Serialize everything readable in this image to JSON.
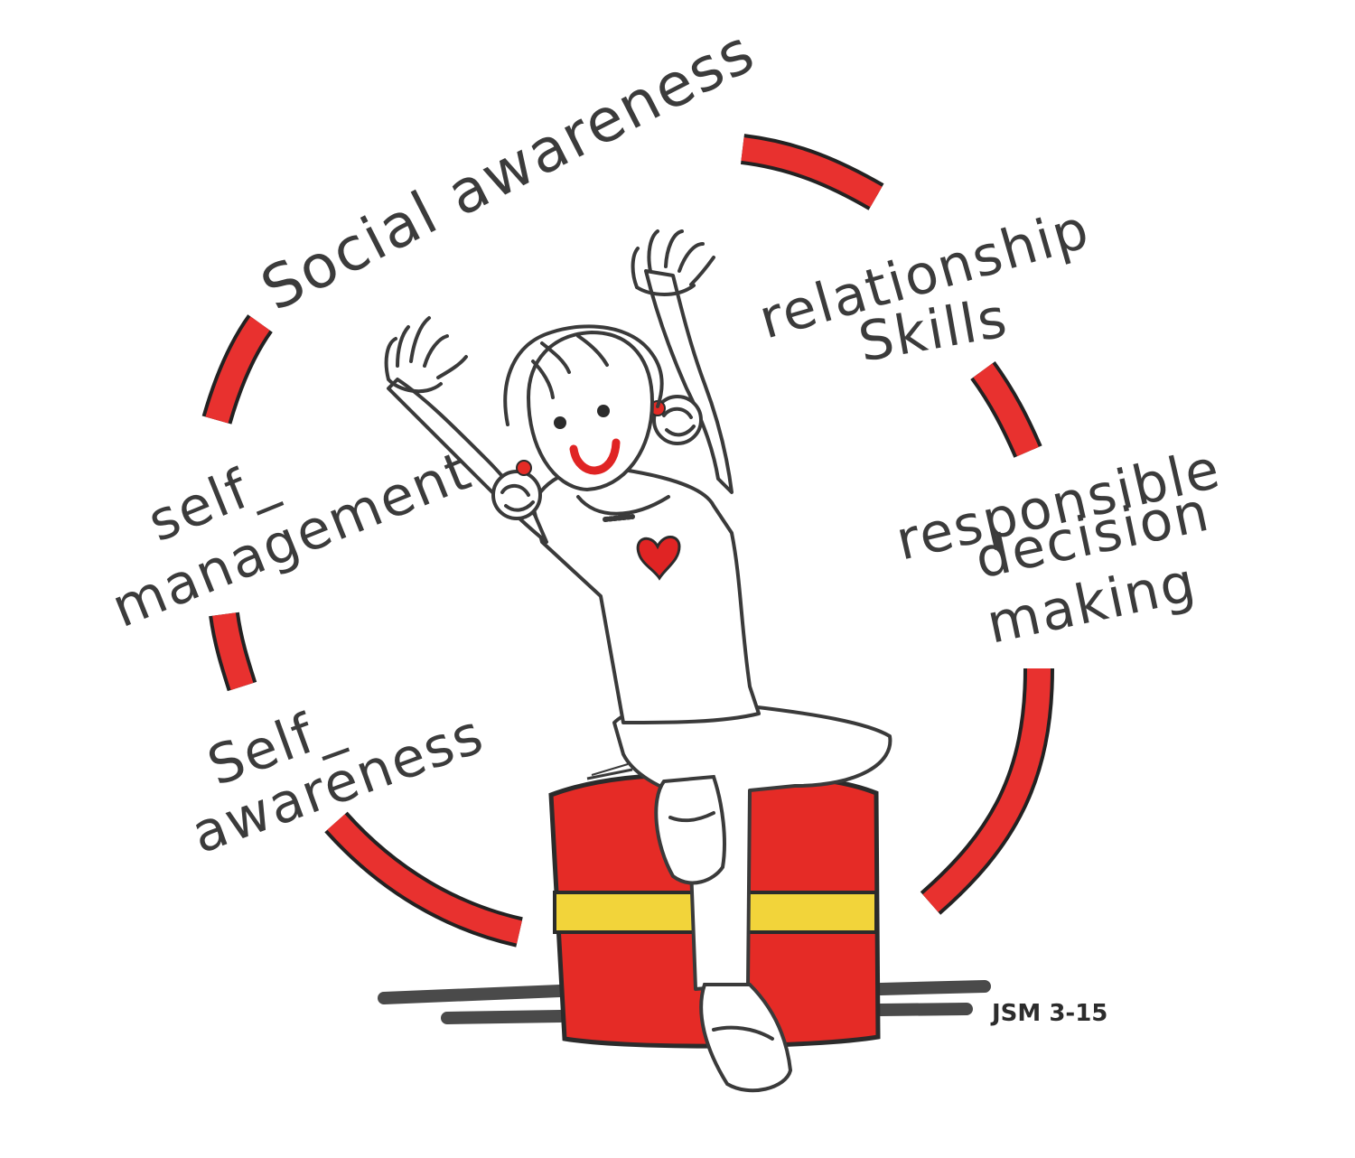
{
  "labels": {
    "social_awareness": "Social awareness",
    "relationship_skills_line1": "relationship",
    "relationship_skills_line2": "Skills",
    "self_management_line1": "self_",
    "self_management_line2": "management",
    "self_awareness_line1": "Self_",
    "self_awareness_line2": "awareness",
    "responsible_line1": "responsible",
    "responsible_line2": "decision",
    "responsible_line3": "making"
  },
  "signature": "JSM 3-15",
  "colors": {
    "ring_red": "#e8312f",
    "stool_red": "#e52b26",
    "stripe_yellow": "#f2d43a",
    "ink": "#3a3a3a",
    "heart_red": "#e02424"
  }
}
